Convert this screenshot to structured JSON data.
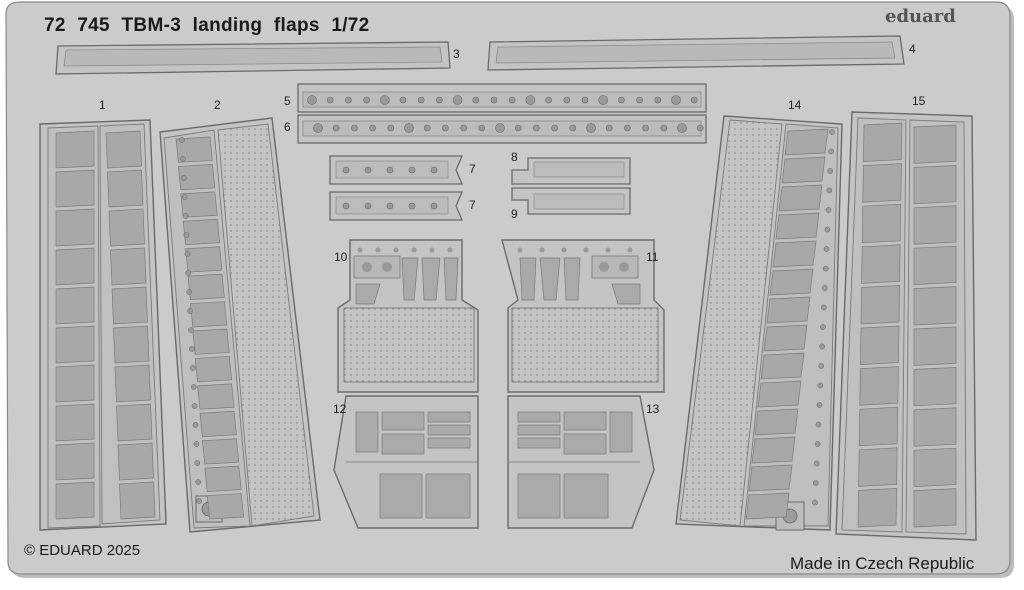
{
  "sheet": {
    "code": "72 745",
    "name": "TBM-3",
    "subject": "landing flaps",
    "scale": "1/72",
    "brand": "eduard",
    "copyright": "© EDUARD 2025",
    "origin": "Made in Czech Republic"
  },
  "parts": {
    "p1": "1",
    "p2": "2",
    "p3": "3",
    "p4": "4",
    "p5": "5",
    "p6": "6",
    "p7a": "7",
    "p7b": "7",
    "p8": "8",
    "p9": "9",
    "p10": "10",
    "p11": "11",
    "p12": "12",
    "p13": "13",
    "p14": "14",
    "p15": "15"
  },
  "colors": {
    "fret": "#cccccc",
    "part": "#c4c4c4",
    "edge": "#6a6a6a",
    "recess": "#a9a9a9"
  }
}
